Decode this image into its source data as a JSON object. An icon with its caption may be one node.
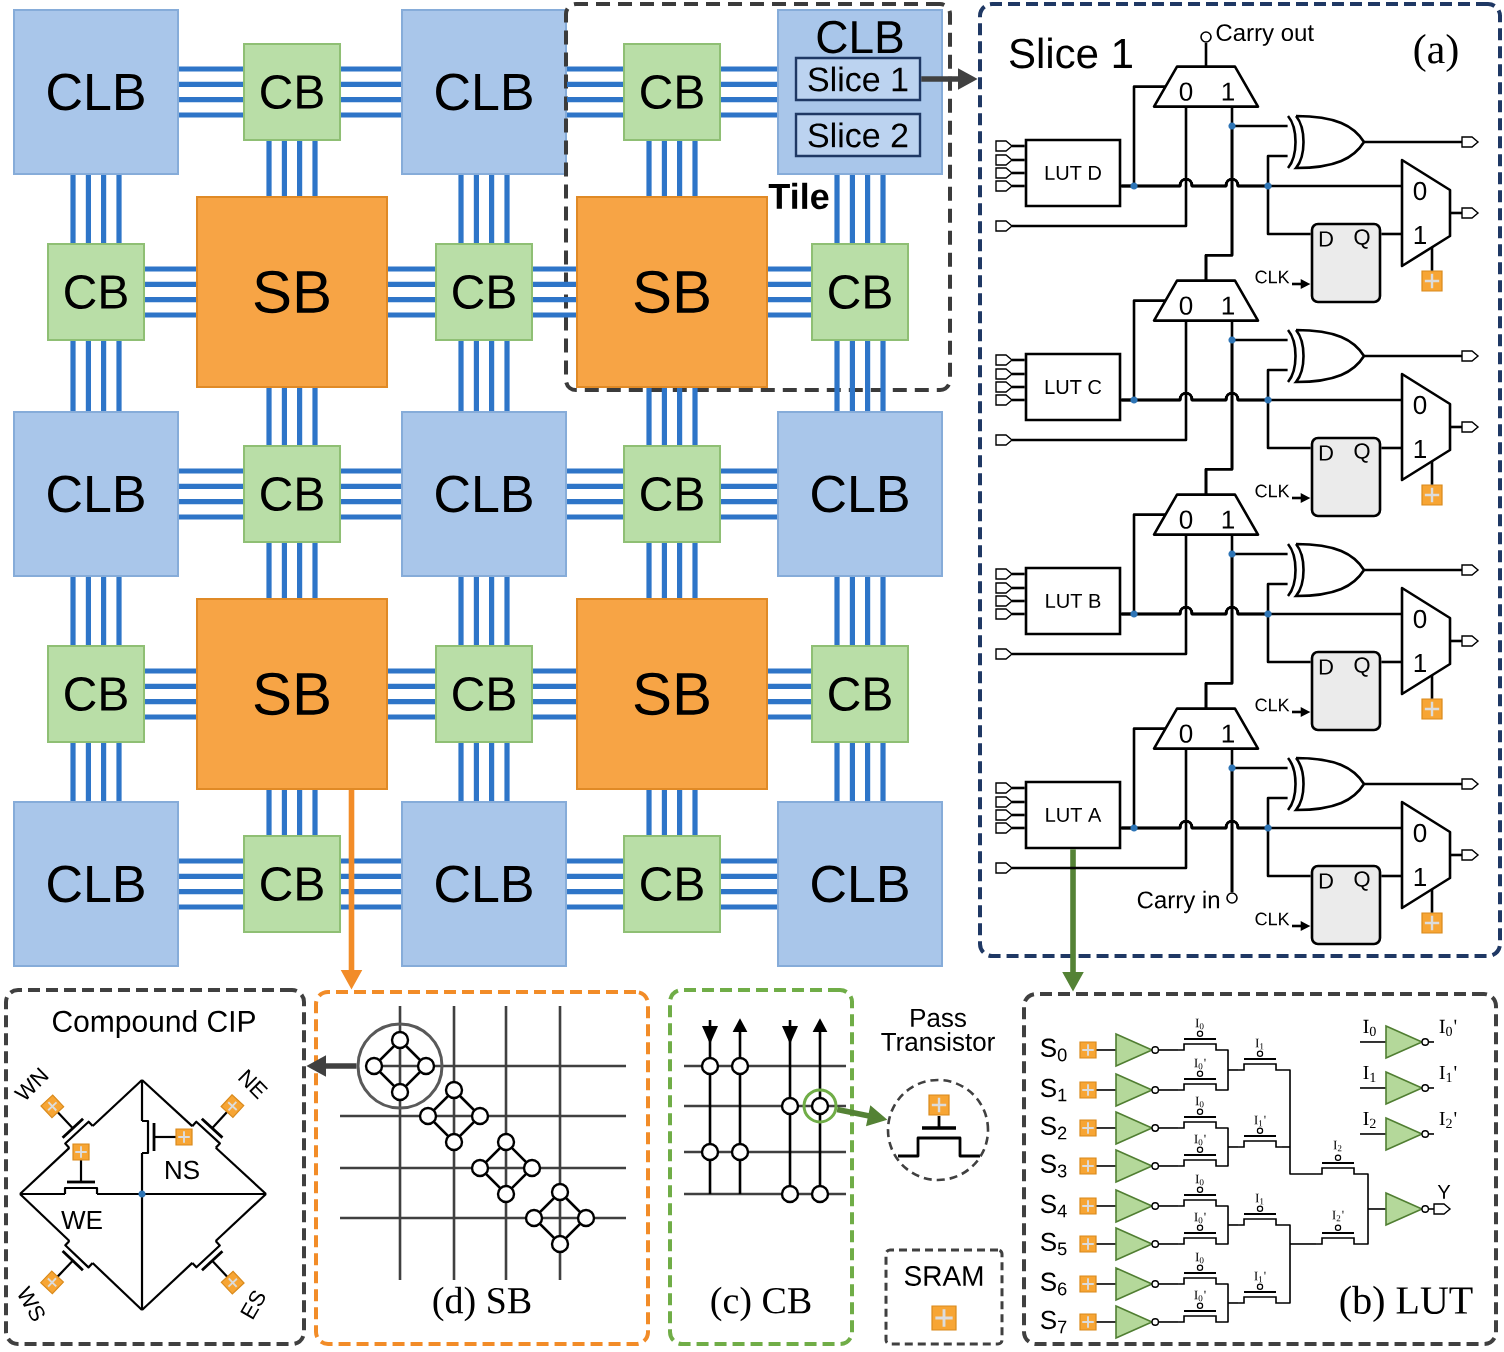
{
  "diagram": {
    "nodes": [
      {
        "text": [
          "CLB"
        ]
      },
      {
        "text": [
          "CB"
        ]
      },
      {
        "text": [
          "CLB"
        ]
      },
      {
        "text": [
          "Tile"
        ]
      },
      {
        "text": [
          "CB"
        ],
        "in": 3
      },
      {
        "text": [
          "CLB"
        ],
        "in": 3
      },
      {
        "text": [
          "Slice 1"
        ],
        "in": 5
      },
      {
        "text": [
          "Slice 2"
        ],
        "in": 5
      },
      {
        "text": [
          "Slice 1",
          "(a)"
        ]
      },
      {
        "text": [],
        "shape": "circle",
        "beside": [
          "Carry out"
        ],
        "in": 8
      },
      {
        "text": [
          "0",
          "1"
        ],
        "in": 8
      },
      {
        "text": [
          "LUT D"
        ],
        "in": 8
      },
      {
        "text": [
          "0",
          "1"
        ],
        "in": 8
      },
      {
        "text": [
          "D",
          "Q"
        ],
        "in": 8
      },
      {
        "text": [
          "0",
          "1"
        ],
        "in": 8
      },
      {
        "text": [
          "LUT C"
        ],
        "in": 8
      },
      {
        "text": [
          "0",
          "1"
        ],
        "in": 8
      },
      {
        "text": [
          "D",
          "Q"
        ],
        "in": 8
      },
      {
        "text": [
          "0",
          "1"
        ],
        "in": 8
      },
      {
        "text": [
          "LUT B"
        ],
        "in": 8
      },
      {
        "text": [
          "0",
          "1"
        ],
        "in": 8
      },
      {
        "text": [
          "D",
          "Q"
        ],
        "in": 8
      },
      {
        "text": [
          "0",
          "1"
        ],
        "in": 8
      },
      {
        "text": [
          "LUT A"
        ],
        "in": 8
      },
      {
        "text": [
          "0",
          "1"
        ],
        "in": 8
      },
      {
        "text": [
          "D",
          "Q"
        ],
        "in": 8
      },
      {
        "text": [],
        "shape": "circle",
        "beside": [
          "Carry in"
        ],
        "in": 8
      },
      {
        "text": [
          "CB"
        ]
      },
      {
        "text": [
          "SB"
        ]
      },
      {
        "text": [
          "CB"
        ]
      },
      {
        "text": [
          "SB"
        ],
        "in": 3
      },
      {
        "text": [
          "CB"
        ],
        "in": 3
      },
      {
        "text": [
          "CLB"
        ]
      },
      {
        "text": [
          "CB"
        ]
      },
      {
        "text": [
          "CLB"
        ]
      },
      {
        "text": [
          "CB"
        ]
      },
      {
        "text": [
          "CLB"
        ]
      },
      {
        "text": [
          "CB"
        ]
      },
      {
        "text": [
          "SB"
        ]
      },
      {
        "text": [
          "CB"
        ]
      },
      {
        "text": [
          "SB"
        ]
      },
      {
        "text": [
          "CB"
        ]
      },
      {
        "text": [
          "CLB"
        ]
      },
      {
        "text": [
          "CB"
        ]
      },
      {
        "text": [
          "CLB"
        ]
      },
      {
        "text": [
          "CB"
        ]
      },
      {
        "text": [
          "CLB"
        ]
      },
      {
        "text": [
          "Compound CIP"
        ]
      },
      {
        "text": [
          "(d) SB"
        ]
      },
      {
        "text": [],
        "shape": "circle",
        "in": 48
      },
      {
        "text": [
          "(c) CB"
        ]
      },
      {
        "text": [],
        "shape": "circle",
        "in": 50
      },
      {
        "text": [
          "Pass Transistor"
        ]
      },
      {
        "text": [
          "SRAM"
        ]
      },
      {
        "text": [
          "(b) LUT"
        ]
      },
      {
        "text": [],
        "shape": "gate",
        "in": 8
      },
      {
        "text": [],
        "shape": "gate",
        "in": 8
      },
      {
        "text": [],
        "shape": "gate",
        "in": 8
      },
      {
        "text": [],
        "shape": "gate",
        "in": 8
      },
      {
        "text": [],
        "shape": "box",
        "in": 8
      },
      {
        "text": [],
        "shape": "box",
        "in": 8
      },
      {
        "text": [],
        "shape": "box",
        "in": 8
      },
      {
        "text": [],
        "shape": "box",
        "in": 8
      },
      {
        "text": [
          "CLK"
        ],
        "in": 8
      },
      {
        "text": [
          "CLK"
        ],
        "in": 8
      },
      {
        "text": [
          "CLK"
        ],
        "in": 8
      },
      {
        "text": [
          "CLK"
        ],
        "in": 8
      }
    ],
    "edges": [
      {
        "from": 0,
        "to": 1,
        "arrow": "none",
        "color": "#2e75c8"
      },
      {
        "from": 1,
        "to": 2,
        "arrow": "none",
        "color": "#2e75c8"
      },
      {
        "from": 2,
        "to": 4,
        "arrow": "none",
        "color": "#2e75c8"
      },
      {
        "from": 4,
        "to": 5,
        "arrow": "none",
        "color": "#2e75c8"
      },
      {
        "from": 27,
        "to": 28,
        "arrow": "none",
        "color": "#2e75c8"
      },
      {
        "from": 28,
        "to": 29,
        "arrow": "none",
        "color": "#2e75c8"
      },
      {
        "from": 29,
        "to": 30,
        "arrow": "none",
        "color": "#2e75c8"
      },
      {
        "from": 30,
        "to": 31,
        "arrow": "none",
        "color": "#2e75c8"
      },
      {
        "from": 32,
        "to": 33,
        "arrow": "none",
        "color": "#2e75c8"
      },
      {
        "from": 33,
        "to": 34,
        "arrow": "none",
        "color": "#2e75c8"
      },
      {
        "from": 34,
        "to": 35,
        "arrow": "none",
        "color": "#2e75c8"
      },
      {
        "from": 35,
        "to": 36,
        "arrow": "none",
        "color": "#2e75c8"
      },
      {
        "from": 37,
        "to": 38,
        "arrow": "none",
        "color": "#2e75c8"
      },
      {
        "from": 38,
        "to": 39,
        "arrow": "none",
        "color": "#2e75c8"
      },
      {
        "from": 39,
        "to": 40,
        "arrow": "none",
        "color": "#2e75c8"
      },
      {
        "from": 40,
        "to": 41,
        "arrow": "none",
        "color": "#2e75c8"
      },
      {
        "from": 42,
        "to": 43,
        "arrow": "none",
        "color": "#2e75c8"
      },
      {
        "from": 43,
        "to": 44,
        "arrow": "none",
        "color": "#2e75c8"
      },
      {
        "from": 44,
        "to": 45,
        "arrow": "none",
        "color": "#2e75c8"
      },
      {
        "from": 45,
        "to": 46,
        "arrow": "none",
        "color": "#2e75c8"
      },
      {
        "from": 0,
        "to": 27,
        "arrow": "none",
        "color": "#2e75c8"
      },
      {
        "from": 27,
        "to": 32,
        "arrow": "none",
        "color": "#2e75c8"
      },
      {
        "from": 32,
        "to": 37,
        "arrow": "none",
        "color": "#2e75c8"
      },
      {
        "from": 37,
        "to": 42,
        "arrow": "none",
        "color": "#2e75c8"
      },
      {
        "from": 1,
        "to": 28,
        "arrow": "none",
        "color": "#2e75c8"
      },
      {
        "from": 28,
        "to": 33,
        "arrow": "none",
        "color": "#2e75c8"
      },
      {
        "from": 33,
        "to": 38,
        "arrow": "none",
        "color": "#2e75c8"
      },
      {
        "from": 38,
        "to": 43,
        "arrow": "none",
        "color": "#2e75c8"
      },
      {
        "from": 2,
        "to": 29,
        "arrow": "none",
        "color": "#2e75c8"
      },
      {
        "from": 29,
        "to": 34,
        "arrow": "none",
        "color": "#2e75c8"
      },
      {
        "from": 34,
        "to": 39,
        "arrow": "none",
        "color": "#2e75c8"
      },
      {
        "from": 39,
        "to": 44,
        "arrow": "none",
        "color": "#2e75c8"
      },
      {
        "from": 4,
        "to": 30,
        "arrow": "none",
        "color": "#2e75c8"
      },
      {
        "from": 30,
        "to": 35,
        "arrow": "none",
        "color": "#2e75c8"
      },
      {
        "from": 35,
        "to": 40,
        "arrow": "none",
        "color": "#2e75c8"
      },
      {
        "from": 40,
        "to": 45,
        "arrow": "none",
        "color": "#2e75c8"
      },
      {
        "from": 5,
        "to": 31,
        "arrow": "none",
        "color": "#2e75c8"
      },
      {
        "from": 31,
        "to": 36,
        "arrow": "none",
        "color": "#2e75c8"
      },
      {
        "from": 36,
        "to": 41,
        "arrow": "none",
        "color": "#2e75c8"
      },
      {
        "from": 41,
        "to": 46,
        "arrow": "none",
        "color": "#2e75c8"
      },
      {
        "from": 6,
        "to": 8,
        "arrow": "to",
        "color": "#404040"
      },
      {
        "from": 38,
        "to": 48,
        "arrow": "to",
        "color": "#f28c28"
      },
      {
        "from": 49,
        "to": 47,
        "arrow": "to",
        "color": "#404040"
      },
      {
        "from": 51,
        "to": 52,
        "arrow": "to",
        "color": "#548235"
      },
      {
        "from": 23,
        "to": 54,
        "arrow": "to",
        "color": "#548235"
      },
      {
        "from": null,
        "to": 11,
        "arrow": "other"
      },
      {
        "from": null,
        "to": 11,
        "arrow": "other"
      },
      {
        "from": null,
        "to": 11,
        "arrow": "other"
      },
      {
        "from": null,
        "to": 11,
        "arrow": "other"
      },
      {
        "from": null,
        "to": 10,
        "arrow": "other"
      },
      {
        "from": 11,
        "to": 10,
        "arrow": "none"
      },
      {
        "from": 11,
        "to": 12,
        "arrow": "none"
      },
      {
        "from": 11,
        "to": 55,
        "arrow": "none"
      },
      {
        "from": 11,
        "to": 13,
        "arrow": "none"
      },
      {
        "from": 13,
        "to": 12,
        "arrow": "none"
      },
      {
        "from": 63,
        "to": 13,
        "arrow": "to"
      },
      {
        "from": 55,
        "to": null,
        "arrow": "to"
      },
      {
        "from": 12,
        "to": null,
        "arrow": "to"
      },
      {
        "from": 59,
        "to": 12,
        "arrow": "none"
      },
      {
        "from": null,
        "to": 15,
        "arrow": "other"
      },
      {
        "from": null,
        "to": 15,
        "arrow": "other"
      },
      {
        "from": null,
        "to": 15,
        "arrow": "other"
      },
      {
        "from": null,
        "to": 15,
        "arrow": "other"
      },
      {
        "from": null,
        "to": 14,
        "arrow": "other"
      },
      {
        "from": 15,
        "to": 14,
        "arrow": "none"
      },
      {
        "from": 15,
        "to": 16,
        "arrow": "none"
      },
      {
        "from": 15,
        "to": 56,
        "arrow": "none"
      },
      {
        "from": 15,
        "to": 17,
        "arrow": "none"
      },
      {
        "from": 17,
        "to": 16,
        "arrow": "none"
      },
      {
        "from": 64,
        "to": 17,
        "arrow": "to"
      },
      {
        "from": 56,
        "to": null,
        "arrow": "to"
      },
      {
        "from": 16,
        "to": null,
        "arrow": "to"
      },
      {
        "from": 60,
        "to": 16,
        "arrow": "none"
      },
      {
        "from": null,
        "to": 19,
        "arrow": "other"
      },
      {
        "from": null,
        "to": 19,
        "arrow": "other"
      },
      {
        "from": null,
        "to": 19,
        "arrow": "other"
      },
      {
        "from": null,
        "to": 19,
        "arrow": "other"
      },
      {
        "from": null,
        "to": 18,
        "arrow": "other"
      },
      {
        "from": 19,
        "to": 18,
        "arrow": "none"
      },
      {
        "from": 19,
        "to": 20,
        "arrow": "none"
      },
      {
        "from": 19,
        "to": 57,
        "arrow": "none"
      },
      {
        "from": 19,
        "to": 21,
        "arrow": "none"
      },
      {
        "from": 21,
        "to": 20,
        "arrow": "none"
      },
      {
        "from": 65,
        "to": 21,
        "arrow": "to"
      },
      {
        "from": 57,
        "to": null,
        "arrow": "to"
      },
      {
        "from": 20,
        "to": null,
        "arrow": "to"
      },
      {
        "from": 61,
        "to": 20,
        "arrow": "none"
      },
      {
        "from": null,
        "to": 23,
        "arrow": "other"
      },
      {
        "from": null,
        "to": 23,
        "arrow": "other"
      },
      {
        "from": null,
        "to": 23,
        "arrow": "other"
      },
      {
        "from": null,
        "to": 23,
        "arrow": "other"
      },
      {
        "from": null,
        "to": 22,
        "arrow": "other"
      },
      {
        "from": 23,
        "to": 22,
        "arrow": "none"
      },
      {
        "from": 23,
        "to": 24,
        "arrow": "none"
      },
      {
        "from": 23,
        "to": 58,
        "arrow": "none"
      },
      {
        "from": 23,
        "to": 25,
        "arrow": "none"
      },
      {
        "from": 25,
        "to": 24,
        "arrow": "none"
      },
      {
        "from": 66,
        "to": 25,
        "arrow": "to"
      },
      {
        "from": 58,
        "to": null,
        "arrow": "to"
      },
      {
        "from": 24,
        "to": null,
        "arrow": "to"
      },
      {
        "from": 62,
        "to": 24,
        "arrow": "none"
      },
      {
        "from": 14,
        "to": 10,
        "arrow": "none"
      },
      {
        "from": 14,
        "to": 55,
        "arrow": "none"
      },
      {
        "from": 18,
        "to": 14,
        "arrow": "none"
      },
      {
        "from": 18,
        "to": 56,
        "arrow": "none"
      },
      {
        "from": 22,
        "to": 18,
        "arrow": "none"
      },
      {
        "from": 22,
        "to": 57,
        "arrow": "none"
      },
      {
        "from": 26,
        "to": 58,
        "arrow": "none"
      },
      {
        "from": 26,
        "to": 22,
        "arrow": "none"
      },
      {
        "from": 10,
        "to": 9,
        "arrow": "none"
      }
    ],
    "labels": [
      "WN",
      "NE",
      "NS",
      "WE",
      "WS",
      "ES",
      "S$_{0}$",
      "S$_{1}$",
      "S$_{2}$",
      "S$_{3}$",
      "S$_{4}$",
      "S$_{5}$",
      "S$_{6}$",
      "S$_{7}$",
      "I$_{0}$",
      "I$_{0}$'",
      "I$_{0}$",
      "I$_{0}$'",
      "I$_{0}$",
      "I$_{0}$'",
      "I$_{0}$",
      "I$_{0}$'",
      "I$_{1}$",
      "I$_{1}$'",
      "I$_{1}$",
      "I$_{1}$'",
      "I$_{2}$",
      "I$_{2}$'",
      "I$_{0}$",
      "I$_{0}$'",
      "I$_{1}$",
      "I$_{1}$'",
      "I$_{2}$",
      "I$_{2}$'",
      "Y"
    ]
  }
}
